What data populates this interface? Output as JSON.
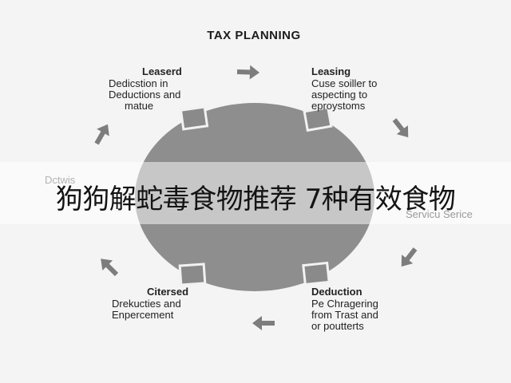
{
  "title": "TAX PLANNING",
  "blocks": {
    "top_left": {
      "heading": "Leaserd",
      "lines": [
        "Dedicstion in",
        "Deductions and",
        "matue"
      ]
    },
    "top_right": {
      "heading": "Leasing",
      "lines": [
        "Cuse soiller to",
        "aspecting to",
        "eproystoms"
      ]
    },
    "bottom_left": {
      "heading": "Citersed",
      "lines": [
        "Drekucties and",
        "Enpercement"
      ]
    },
    "bottom_right": {
      "heading": "Deduction",
      "lines": [
        "Pe Chragering",
        "from Trast and",
        "or poutterts"
      ]
    }
  },
  "ghost_text": {
    "right": "Servicu Serice",
    "left": "Dctwis"
  },
  "banner": "狗狗解蛇毒食物推荐 7种有效食物",
  "colors": {
    "circle": "#8e8e8e",
    "arrow": "#7d7d7d",
    "square": "#8a8a8a",
    "background": "#f4f4f4"
  }
}
